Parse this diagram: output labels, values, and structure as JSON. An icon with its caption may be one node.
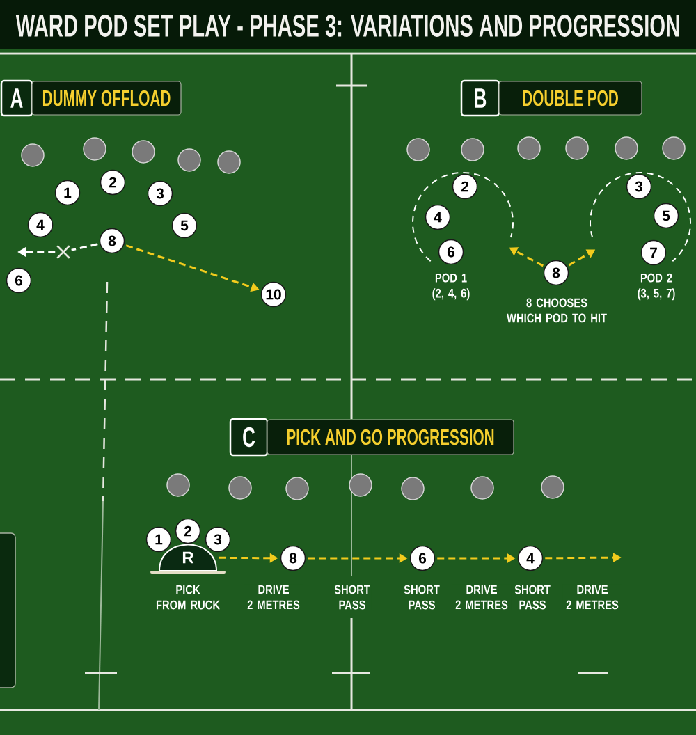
{
  "diagram": {
    "title": "WARD POD SET PLAY - PHASE 3: VARIATIONS AND PROGRESSION",
    "nodes": [
      {
        "text": [
          "A"
        ]
      },
      {
        "text": [
          "DUMMY OFFLOAD"
        ]
      },
      {
        "text": [],
        "shape": "circle"
      },
      {
        "text": [],
        "shape": "circle"
      },
      {
        "text": [],
        "shape": "circle"
      },
      {
        "text": [],
        "shape": "circle"
      },
      {
        "text": [],
        "shape": "circle"
      },
      {
        "text": [
          "1"
        ]
      },
      {
        "text": [
          "2"
        ]
      },
      {
        "text": [
          "3"
        ]
      },
      {
        "text": [
          "4"
        ]
      },
      {
        "text": [
          "5"
        ]
      },
      {
        "text": [
          "8"
        ]
      },
      {
        "text": [],
        "shape": "cross"
      },
      {
        "text": [
          "6"
        ]
      },
      {
        "text": [
          "10"
        ]
      },
      {
        "text": [
          "B"
        ]
      },
      {
        "text": [
          "DOUBLE POD"
        ]
      },
      {
        "text": [],
        "shape": "circle"
      },
      {
        "text": [],
        "shape": "circle"
      },
      {
        "text": [],
        "shape": "circle"
      },
      {
        "text": [],
        "shape": "circle"
      },
      {
        "text": [],
        "shape": "circle"
      },
      {
        "text": [],
        "shape": "circle"
      },
      {
        "text": [
          "POD 1 (2, 4, 6)"
        ]
      },
      {
        "text": [
          "2"
        ],
        "in": 24
      },
      {
        "text": [
          "4"
        ],
        "in": 24
      },
      {
        "text": [
          "6"
        ],
        "in": 24
      },
      {
        "text": [
          "POD 2 (3, 5, 7)"
        ]
      },
      {
        "text": [
          "3"
        ],
        "in": 28
      },
      {
        "text": [
          "5"
        ],
        "in": 28
      },
      {
        "text": [
          "7"
        ],
        "in": 28
      },
      {
        "text": [
          "8"
        ],
        "beside": [
          "8 CHOOSES WHICH POD TO HIT"
        ]
      },
      {
        "text": [
          "C"
        ]
      },
      {
        "text": [
          "PICK AND GO PROGRESSION"
        ]
      },
      {
        "text": [],
        "shape": "circle"
      },
      {
        "text": [],
        "shape": "circle"
      },
      {
        "text": [],
        "shape": "circle"
      },
      {
        "text": [],
        "shape": "circle"
      },
      {
        "text": [],
        "shape": "circle"
      },
      {
        "text": [],
        "shape": "circle"
      },
      {
        "text": [],
        "shape": "circle"
      },
      {
        "text": [
          "R"
        ],
        "beside": [
          "PICK FROM RUCK"
        ]
      },
      {
        "text": [
          "1"
        ]
      },
      {
        "text": [
          "2"
        ]
      },
      {
        "text": [
          "3"
        ]
      },
      {
        "text": [
          "8"
        ]
      },
      {
        "text": [
          "6"
        ],
        "beside": [
          "SHORT PASS"
        ]
      },
      {
        "text": [
          "4"
        ],
        "beside": [
          "SHORT PASS"
        ]
      }
    ],
    "edges": [
      {
        "from": 12,
        "to": 13,
        "arrow": "none",
        "style": "dashed",
        "color": "#ffffff"
      },
      {
        "from": 13,
        "to": null,
        "arrow": "to",
        "style": "dashed",
        "color": "#ffffff"
      },
      {
        "from": 12,
        "to": 15,
        "arrow": "to",
        "style": "dashed"
      },
      {
        "from": 32,
        "to": 24,
        "arrow": "to",
        "style": "dashed"
      },
      {
        "from": 32,
        "to": 28,
        "arrow": "to",
        "style": "dashed"
      },
      {
        "from": 42,
        "to": 46,
        "arrow": "to",
        "style": "dashed",
        "label": "DRIVE 2 METRES"
      },
      {
        "from": 46,
        "to": 47,
        "arrow": "to",
        "style": "dashed",
        "label": "SHORT PASS"
      },
      {
        "from": 47,
        "to": 48,
        "arrow": "to",
        "style": "dashed",
        "label": "DRIVE 2 METRES"
      },
      {
        "from": 48,
        "to": null,
        "arrow": "to",
        "style": "dashed",
        "label": "DRIVE 2 METRES"
      }
    ]
  }
}
